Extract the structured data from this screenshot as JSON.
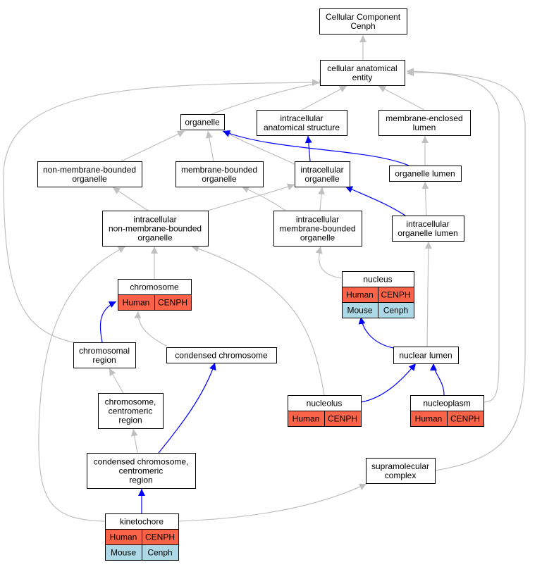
{
  "colors": {
    "gray_edge": "#c0c0c0",
    "blue_edge": "#0000ff",
    "human_cell": "#fa6347",
    "mouse_cell": "#add8e6"
  },
  "nodes": {
    "root": [
      "Cellular Component",
      "Cenph"
    ],
    "cae": [
      "cellular anatomical",
      "entity"
    ],
    "organelle": [
      "organelle"
    ],
    "ias": [
      "intracellular",
      "anatomical structure"
    ],
    "mel": [
      "membrane-enclosed",
      "lumen"
    ],
    "nmbo": [
      "non-membrane-bounded",
      "organelle"
    ],
    "mbo": [
      "membrane-bounded",
      "organelle"
    ],
    "io": [
      "intracellular",
      "organelle"
    ],
    "ol": [
      "organelle lumen"
    ],
    "inmbo": [
      "intracellular",
      "non-membrane-bounded",
      "organelle"
    ],
    "imbo": [
      "intracellular",
      "membrane-bounded",
      "organelle"
    ],
    "iol": [
      "intracellular",
      "organelle lumen"
    ],
    "nucleus": [
      "nucleus"
    ],
    "chromosome": [
      "chromosome"
    ],
    "chrreg": [
      "chromosomal",
      "region"
    ],
    "condchr": [
      "condensed chromosome"
    ],
    "nuclum": [
      "nuclear lumen"
    ],
    "chrcen": [
      "chromosome,",
      "centromeric",
      "region"
    ],
    "nucleolus": [
      "nucleolus"
    ],
    "nucleoplasm": [
      "nucleoplasm"
    ],
    "condcen": [
      "condensed chromosome,",
      "centromeric",
      "region"
    ],
    "supra": [
      "supramolecular",
      "complex"
    ],
    "kinetochore": [
      "kinetochore"
    ]
  },
  "annotations": {
    "nucleus": [
      [
        "Human",
        "CENPH"
      ],
      [
        "Mouse",
        "Cenph"
      ]
    ],
    "chromosome": [
      [
        "Human",
        "CENPH"
      ]
    ],
    "nucleolus": [
      [
        "Human",
        "CENPH"
      ]
    ],
    "nucleoplasm": [
      [
        "Human",
        "CENPH"
      ]
    ],
    "kinetochore": [
      [
        "Human",
        "CENPH"
      ],
      [
        "Mouse",
        "Cenph"
      ]
    ]
  }
}
